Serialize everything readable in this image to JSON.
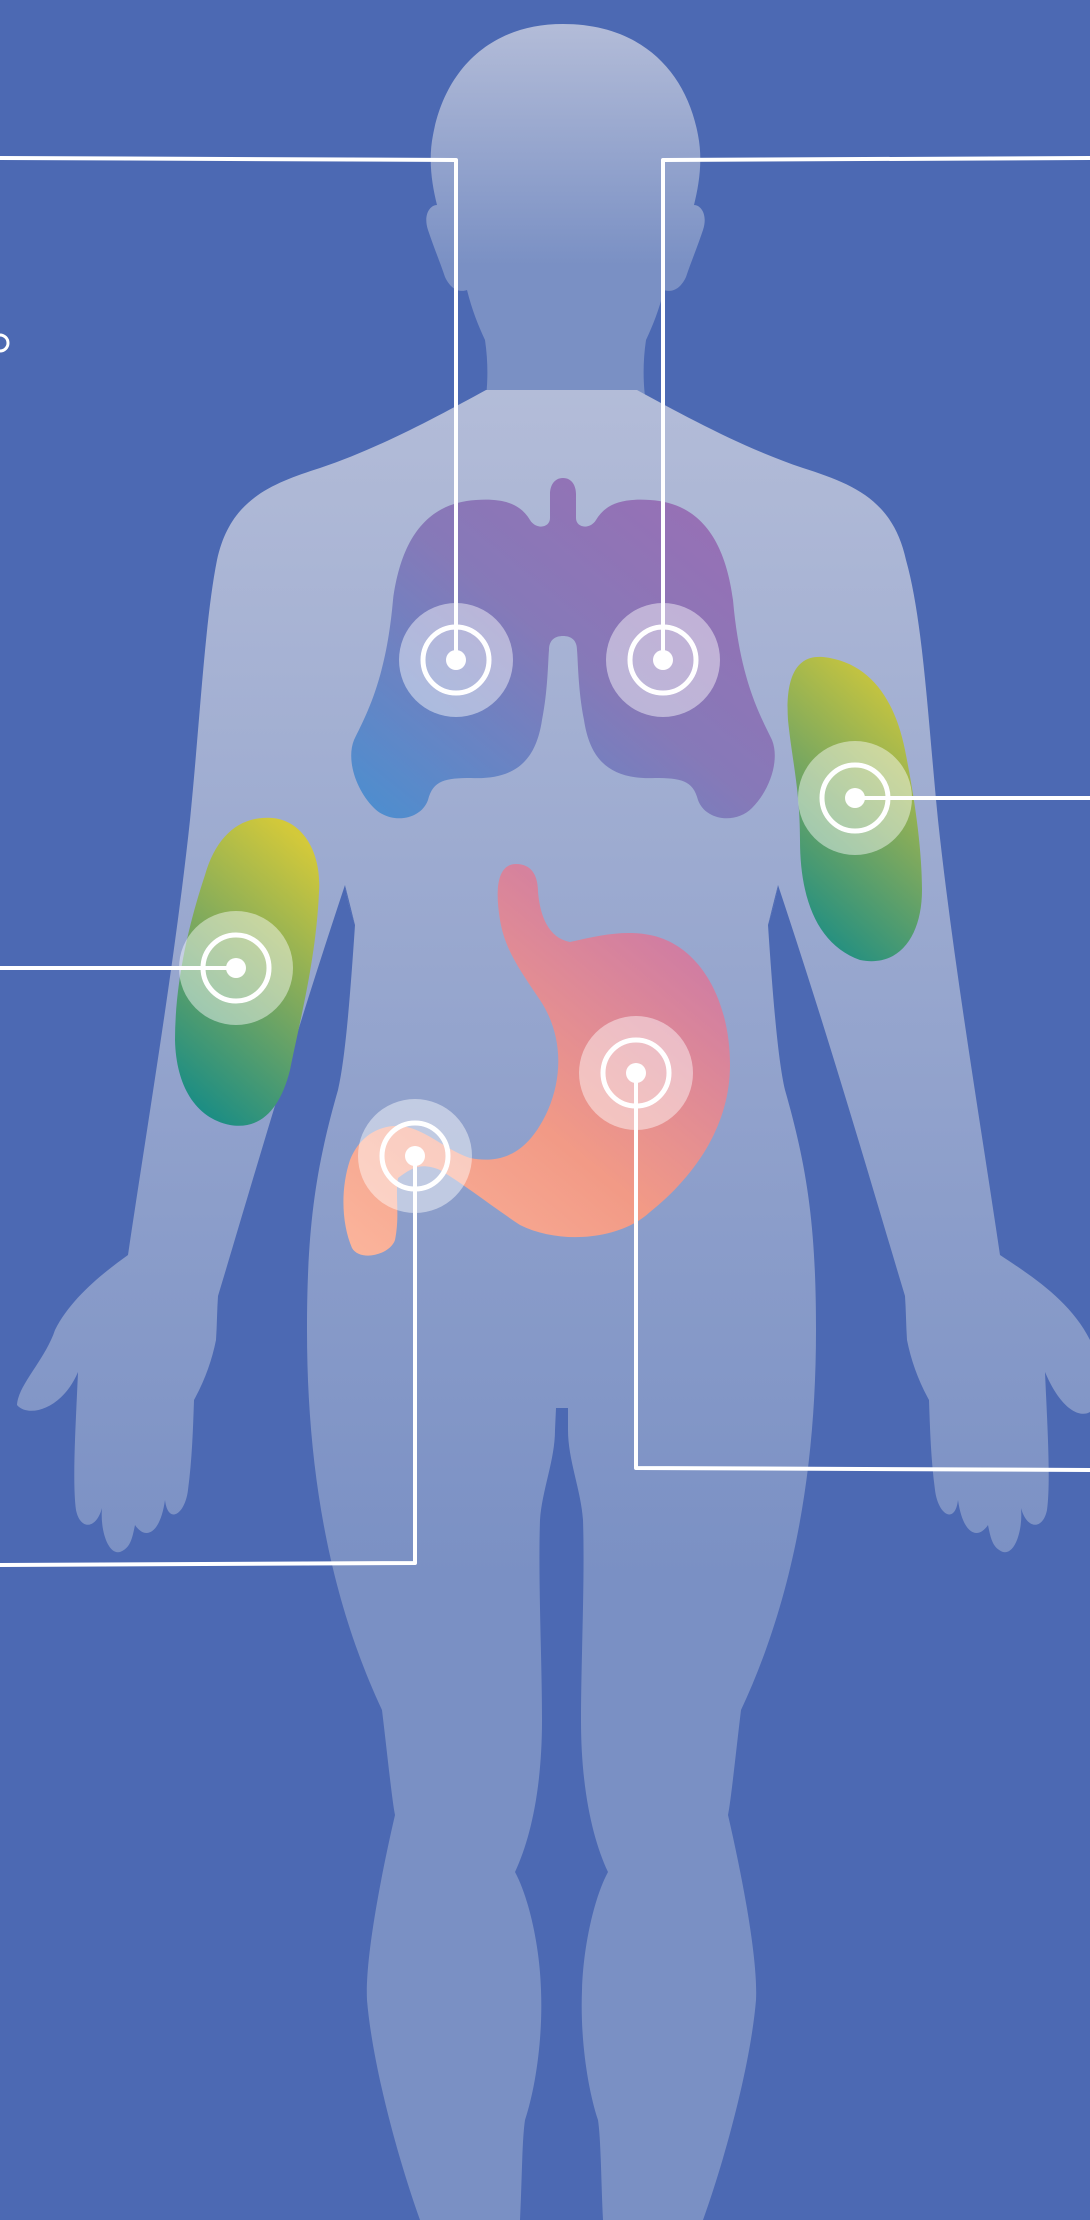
{
  "diagram": {
    "background_color": "#4c69b3",
    "body_color_top": "#b3bcd8",
    "body_color_bottom": "#7a90c4",
    "connector_color": "#ffffff",
    "organs": [
      {
        "name": "lungs",
        "colors": [
          "#4a8fd0",
          "#8679b8",
          "#9d6db4"
        ]
      },
      {
        "name": "stomach",
        "colors": [
          "#c977a8",
          "#f29a86",
          "#fbb59c"
        ]
      },
      {
        "name": "kidney-left",
        "colors": [
          "#d3c93a",
          "#7aa85f",
          "#1b8d84"
        ]
      },
      {
        "name": "kidney-right",
        "colors": [
          "#d3c93a",
          "#7aa85f",
          "#1b8d84"
        ]
      }
    ],
    "markers": [
      {
        "name": "lung-left-marker"
      },
      {
        "name": "lung-right-marker"
      },
      {
        "name": "kidney-right-marker"
      },
      {
        "name": "kidney-left-marker"
      },
      {
        "name": "stomach-marker"
      },
      {
        "name": "intestine-marker"
      }
    ]
  }
}
